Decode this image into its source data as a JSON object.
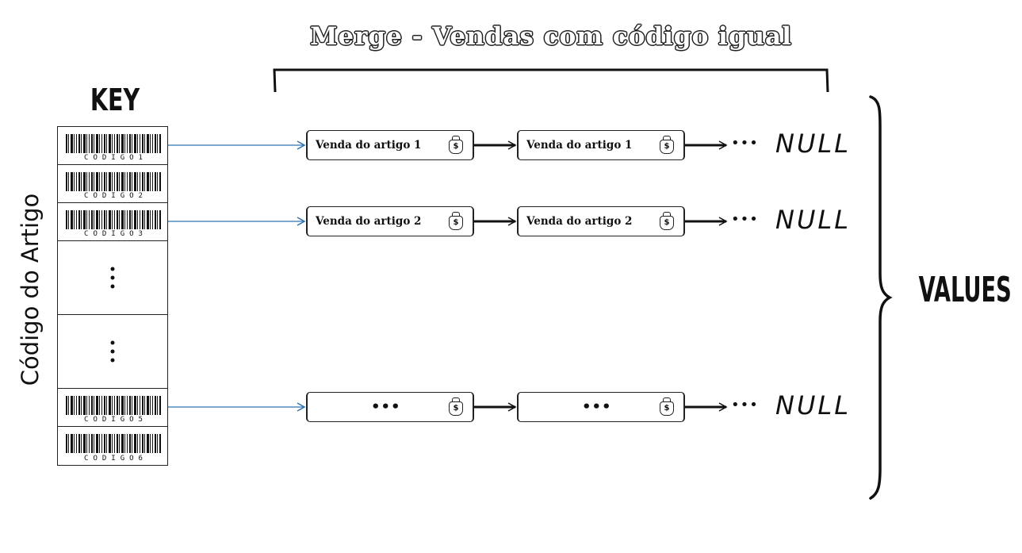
{
  "title": "Merge - Vendas com código igual",
  "key_label": "KEY",
  "side_label": "Código do Artigo",
  "values_label": "VALUES",
  "colors": {
    "link": "#2e75b6",
    "ink": "#111111"
  },
  "keys": [
    {
      "type": "barcode",
      "code": "CODIGO1"
    },
    {
      "type": "barcode",
      "code": "CODIGO2"
    },
    {
      "type": "barcode",
      "code": "CODIGO3"
    },
    {
      "type": "ellipsis"
    },
    {
      "type": "ellipsis"
    },
    {
      "type": "barcode",
      "code": "CODIGO5"
    },
    {
      "type": "barcode",
      "code": "CODIGO6"
    }
  ],
  "lists": [
    {
      "key": "CODIGO1",
      "nodes": [
        "Venda do artigo 1",
        "Venda do artigo 1"
      ],
      "continuation": "•••",
      "terminator": "NULL"
    },
    {
      "key": "CODIGO3",
      "nodes": [
        "Venda do artigo 2",
        "Venda do artigo 2"
      ],
      "continuation": "•••",
      "terminator": "NULL"
    },
    {
      "key": "CODIGO5",
      "nodes": [
        "•••",
        "•••"
      ],
      "continuation": "•••",
      "terminator": "NULL"
    }
  ],
  "node_icon": {
    "name": "money-bag-icon",
    "symbol": "$"
  }
}
